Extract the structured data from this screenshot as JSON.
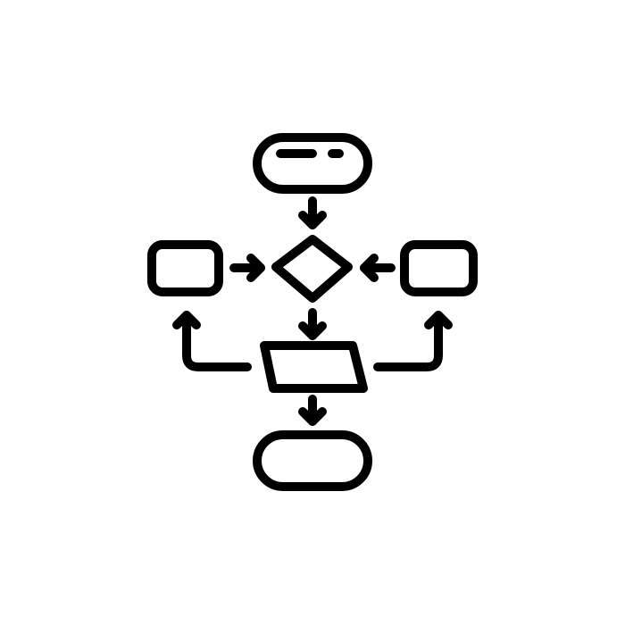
{
  "icon": {
    "name": "flowchart-icon",
    "style": "line-art outline",
    "stroke_color": "#000000",
    "background_color": "#ffffff",
    "nodes": [
      {
        "id": "start",
        "shape": "terminator",
        "contains": "text lines"
      },
      {
        "id": "decision",
        "shape": "diamond"
      },
      {
        "id": "left-process",
        "shape": "rounded-rectangle"
      },
      {
        "id": "right-process",
        "shape": "rounded-rectangle"
      },
      {
        "id": "input-output",
        "shape": "parallelogram"
      },
      {
        "id": "end",
        "shape": "terminator"
      }
    ],
    "edges": [
      {
        "from": "start",
        "to": "decision"
      },
      {
        "from": "left-process",
        "to": "decision"
      },
      {
        "from": "right-process",
        "to": "decision"
      },
      {
        "from": "decision",
        "to": "input-output"
      },
      {
        "from": "input-output",
        "to": "left-process"
      },
      {
        "from": "input-output",
        "to": "right-process"
      },
      {
        "from": "input-output",
        "to": "end"
      }
    ]
  }
}
